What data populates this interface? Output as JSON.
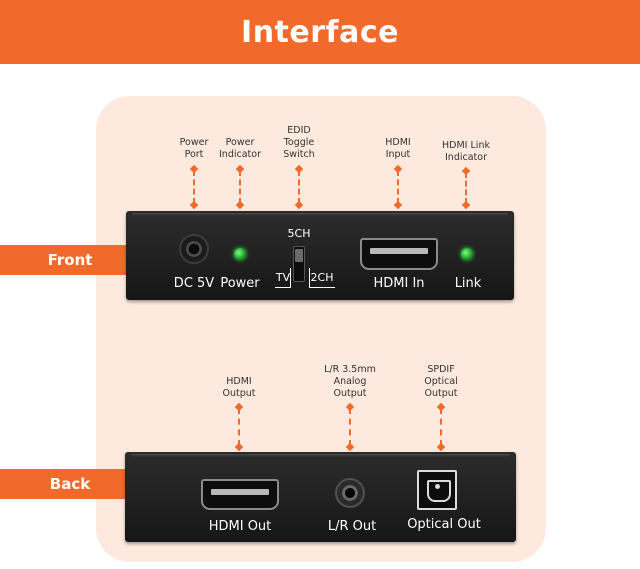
{
  "header": {
    "title": "Interface"
  },
  "sections": {
    "front": "Front",
    "back": "Back"
  },
  "front": {
    "callouts": {
      "power_port": "Power\nPort",
      "power_indicator": "Power\nIndicator",
      "edid_switch": "EDID\nToggle\nSwitch",
      "hdmi_input": "HDMI\nInput",
      "link_indicator": "HDMI Link\nIndicator"
    },
    "ports": {
      "dc": "DC 5V",
      "power": "Power",
      "switch_top": "5CH",
      "switch_left": "TV",
      "switch_right": "2CH",
      "hdmi_in": "HDMI In",
      "link": "Link"
    },
    "led_color": "#2fd13e"
  },
  "back": {
    "callouts": {
      "hdmi_output": "HDMI\nOutput",
      "analog_output": "L/R 3.5mm\nAnalog\nOutput",
      "optical_output": "SPDIF\nOptical\nOutput"
    },
    "ports": {
      "hdmi_out": "HDMI Out",
      "lr_out": "L/R Out",
      "optical_out": "Optical Out"
    }
  },
  "colors": {
    "accent": "#f26a2b",
    "panel": "#fde9dd",
    "device": "#1e1e1e"
  }
}
